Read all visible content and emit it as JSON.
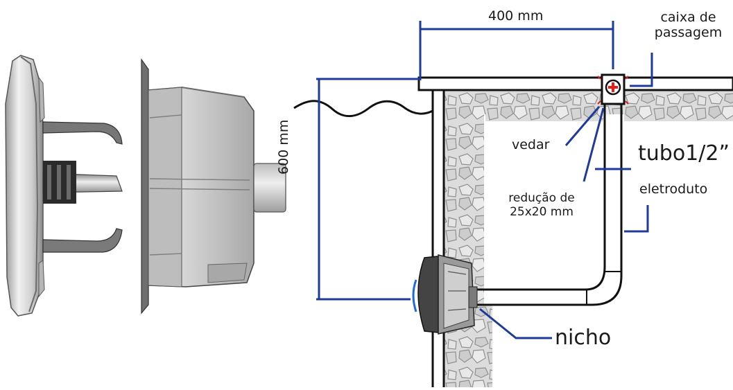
{
  "labels": {
    "width_dim": "400 mm",
    "height_dim": "600 mm",
    "caixa_line1": "caixa de",
    "caixa_line2": "passagem",
    "vedar": "vedar",
    "tubo": "tubo1/2”",
    "eletroduto": "eletroduto",
    "reducao_line1": "redução de",
    "reducao_line2": "25x20 mm",
    "nicho": "nicho"
  },
  "colors": {
    "dimension_blue": "#1e3a9a",
    "leader_blue": "#1e3a9a",
    "marker_red": "#e0201b",
    "outline": "#111111",
    "rock_fill": "#d9d9d9",
    "rock_stroke": "#8c8c8c",
    "metal_light": "#e9e9e9",
    "metal_dark": "#8a8a8a"
  },
  "icons": {
    "junction_box": "plus-in-circle-icon"
  }
}
